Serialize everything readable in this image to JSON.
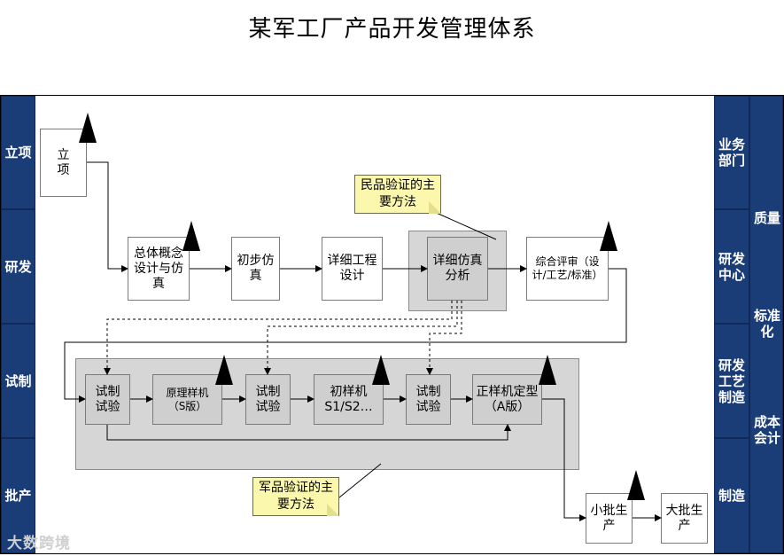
{
  "title": "某军工厂产品开发管理体系",
  "left_bands": {
    "lixiang": "立项",
    "yanfa": "研发",
    "shizhi": "试制",
    "pichan": "批产"
  },
  "right_bands": {
    "yewu": "业务部门",
    "yanfa_center": "研发中心",
    "gongyi": "研发工艺制造",
    "zhizao": "制造",
    "zhiliang": "质量",
    "biaozhun": "标准化",
    "chengben": "成本会计"
  },
  "boxes": {
    "lixiang": "立项",
    "zongti": "总体概念设计与仿真",
    "chubu": "初步仿真",
    "xiangxi_gc": "详细工程设计",
    "xiangxi_fz": "详细仿真分析",
    "zonghe": "综合评审（设计/工艺/标准）",
    "shiyan1": "试制试验",
    "yuanli": "原理样机（S版）",
    "shiyan2": "试制试验",
    "chuyang": "初样机S1/S2…",
    "shiyan3": "试制试验",
    "zhengyang": "正样机定型（A版）",
    "xiaopi": "小批生产",
    "dapi": "大批生产"
  },
  "notes": {
    "minpin": "民品验证的主要方法",
    "junpin": "军品验证的主要方法"
  },
  "watermark": "大数跨境",
  "colors": {
    "band": "#1a3d78",
    "note": "#fbf7ad",
    "gray": "#d6d6d6"
  }
}
